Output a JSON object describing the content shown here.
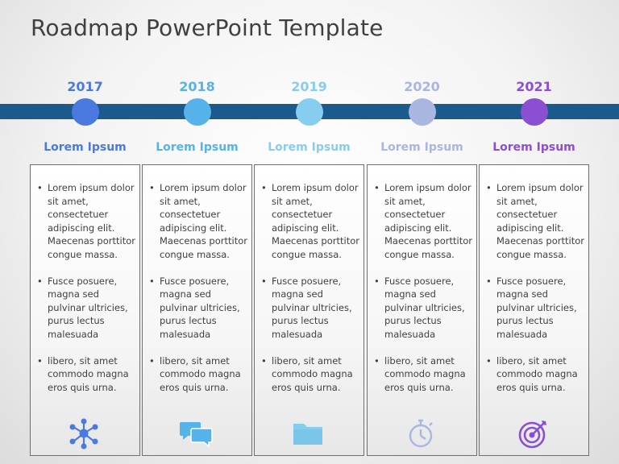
{
  "title": "Roadmap PowerPoint Template",
  "colors": {
    "bar": "#1a5a8c",
    "milestones": [
      "#4a79e0",
      "#55b3ea",
      "#86cdef",
      "#a9b6e0",
      "#8b4fd2"
    ]
  },
  "milestones": [
    {
      "year": "2017",
      "heading": "Lorem Ipsum",
      "icon": "network-icon",
      "bullets": [
        "Lorem ipsum dolor sit amet, consectetuer adipiscing elit. Maecenas porttitor congue massa.",
        " Fusce posuere, magna sed pulvinar ultricies, purus lectus malesuada",
        " libero, sit amet commodo magna eros quis urna."
      ]
    },
    {
      "year": "2018",
      "heading": "Lorem Ipsum",
      "icon": "chat-bubbles-icon",
      "bullets": [
        "Lorem ipsum dolor sit amet, consectetuer adipiscing elit. Maecenas porttitor congue massa.",
        " Fusce posuere, magna sed pulvinar ultricies, purus lectus malesuada",
        " libero, sit amet commodo magna eros quis urna."
      ]
    },
    {
      "year": "2019",
      "heading": "Lorem Ipsum",
      "icon": "folder-icon",
      "bullets": [
        "Lorem ipsum dolor sit amet, consectetuer adipiscing elit. Maecenas porttitor congue massa.",
        " Fusce posuere, magna sed pulvinar ultricies, purus lectus malesuada",
        " libero, sit amet commodo magna eros quis urna."
      ]
    },
    {
      "year": "2020",
      "heading": "Lorem Ipsum",
      "icon": "stopwatch-icon",
      "bullets": [
        "Lorem ipsum dolor sit amet, consectetuer adipiscing elit. Maecenas porttitor congue massa.",
        " Fusce posuere, magna sed pulvinar ultricies, purus lectus malesuada",
        " libero, sit amet commodo magna eros quis urna."
      ]
    },
    {
      "year": "2021",
      "heading": "Lorem Ipsum",
      "icon": "target-icon",
      "bullets": [
        "Lorem ipsum dolor sit amet, consectetuer adipiscing elit. Maecenas porttitor congue massa.",
        " Fusce posuere, magna sed pulvinar ultricies, purus lectus malesuada",
        " libero, sit amet commodo magna eros quis urna."
      ]
    }
  ]
}
